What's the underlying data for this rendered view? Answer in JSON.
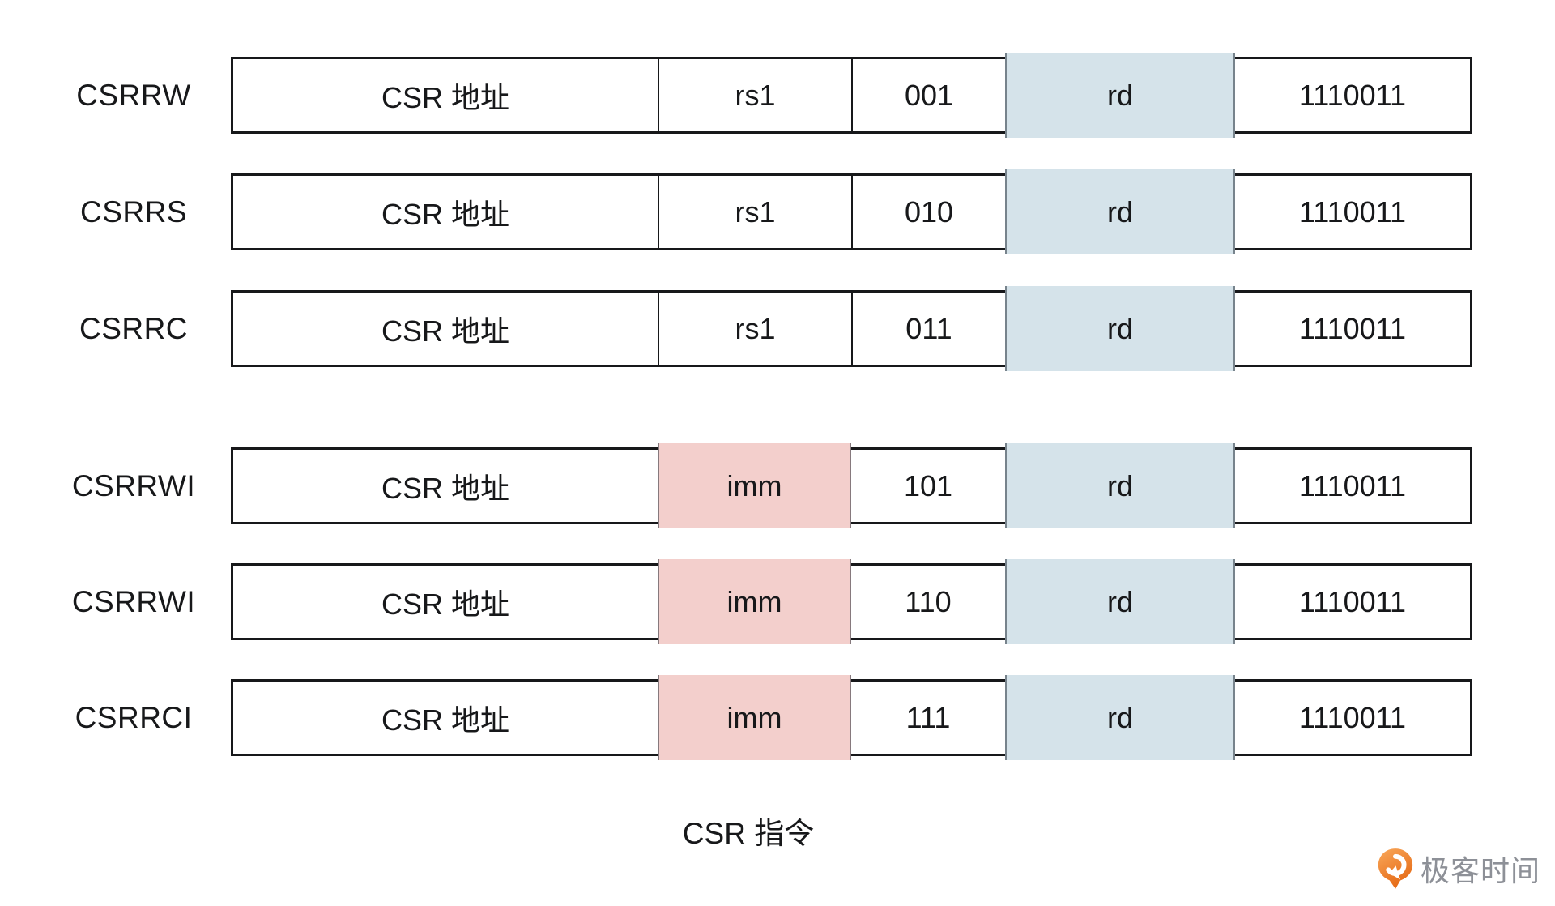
{
  "figure": {
    "caption": "CSR 指令",
    "colors": {
      "border": "#17181A",
      "field_rd_bg": "#D5E3EA",
      "field_imm_bg": "#F3CFCC",
      "brand_text": "#8D9097",
      "brand_orange_light": "#F7A254",
      "brand_orange_dark": "#E4640E"
    },
    "rows": [
      {
        "label": "CSRRW",
        "cells": [
          "CSR 地址",
          "rs1",
          "001",
          "rd",
          "1110011"
        ]
      },
      {
        "label": "CSRRS",
        "cells": [
          "CSR 地址",
          "rs1",
          "010",
          "rd",
          "1110011"
        ]
      },
      {
        "label": "CSRRC",
        "cells": [
          "CSR 地址",
          "rs1",
          "011",
          "rd",
          "1110011"
        ]
      },
      {
        "label": "CSRRWI",
        "cells": [
          "CSR 地址",
          "imm",
          "101",
          "rd",
          "1110011"
        ]
      },
      {
        "label": "CSRRWI",
        "cells": [
          "CSR 地址",
          "imm",
          "110",
          "rd",
          "1110011"
        ]
      },
      {
        "label": "CSRRCI",
        "cells": [
          "CSR 地址",
          "imm",
          "111",
          "rd",
          "1110011"
        ]
      }
    ],
    "brand": {
      "name": "极客时间",
      "logo": "geektime-pin-icon"
    }
  }
}
